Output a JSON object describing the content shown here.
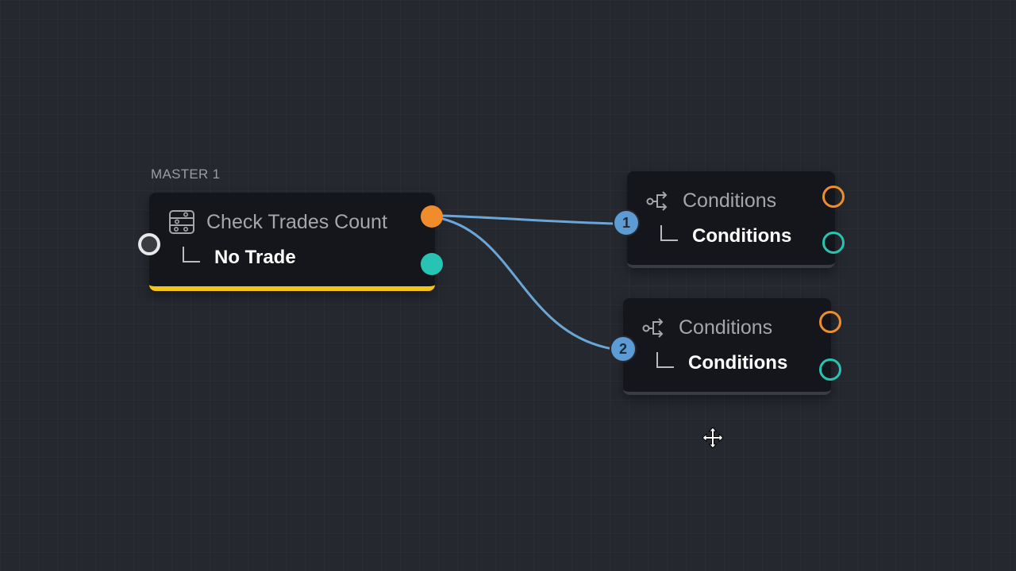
{
  "canvas": {
    "group_label": "MASTER 1"
  },
  "nodes": {
    "check_trades": {
      "title": "Check Trades Count",
      "subtitle": "No Trade",
      "icon": "sliders-icon"
    },
    "conditions_1": {
      "title": "Conditions",
      "subtitle": "Conditions",
      "icon": "branch-icon"
    },
    "conditions_2": {
      "title": "Conditions",
      "subtitle": "Conditions",
      "icon": "branch-icon"
    }
  },
  "connections": {
    "badge_1": "1",
    "badge_2": "2"
  },
  "colors": {
    "accent_yellow": "#f2c318",
    "port_orange": "#f08c2b",
    "port_teal": "#27c4b4",
    "wire_blue": "#6aa6d8"
  },
  "cursor": {
    "icon": "move-cursor-icon"
  }
}
